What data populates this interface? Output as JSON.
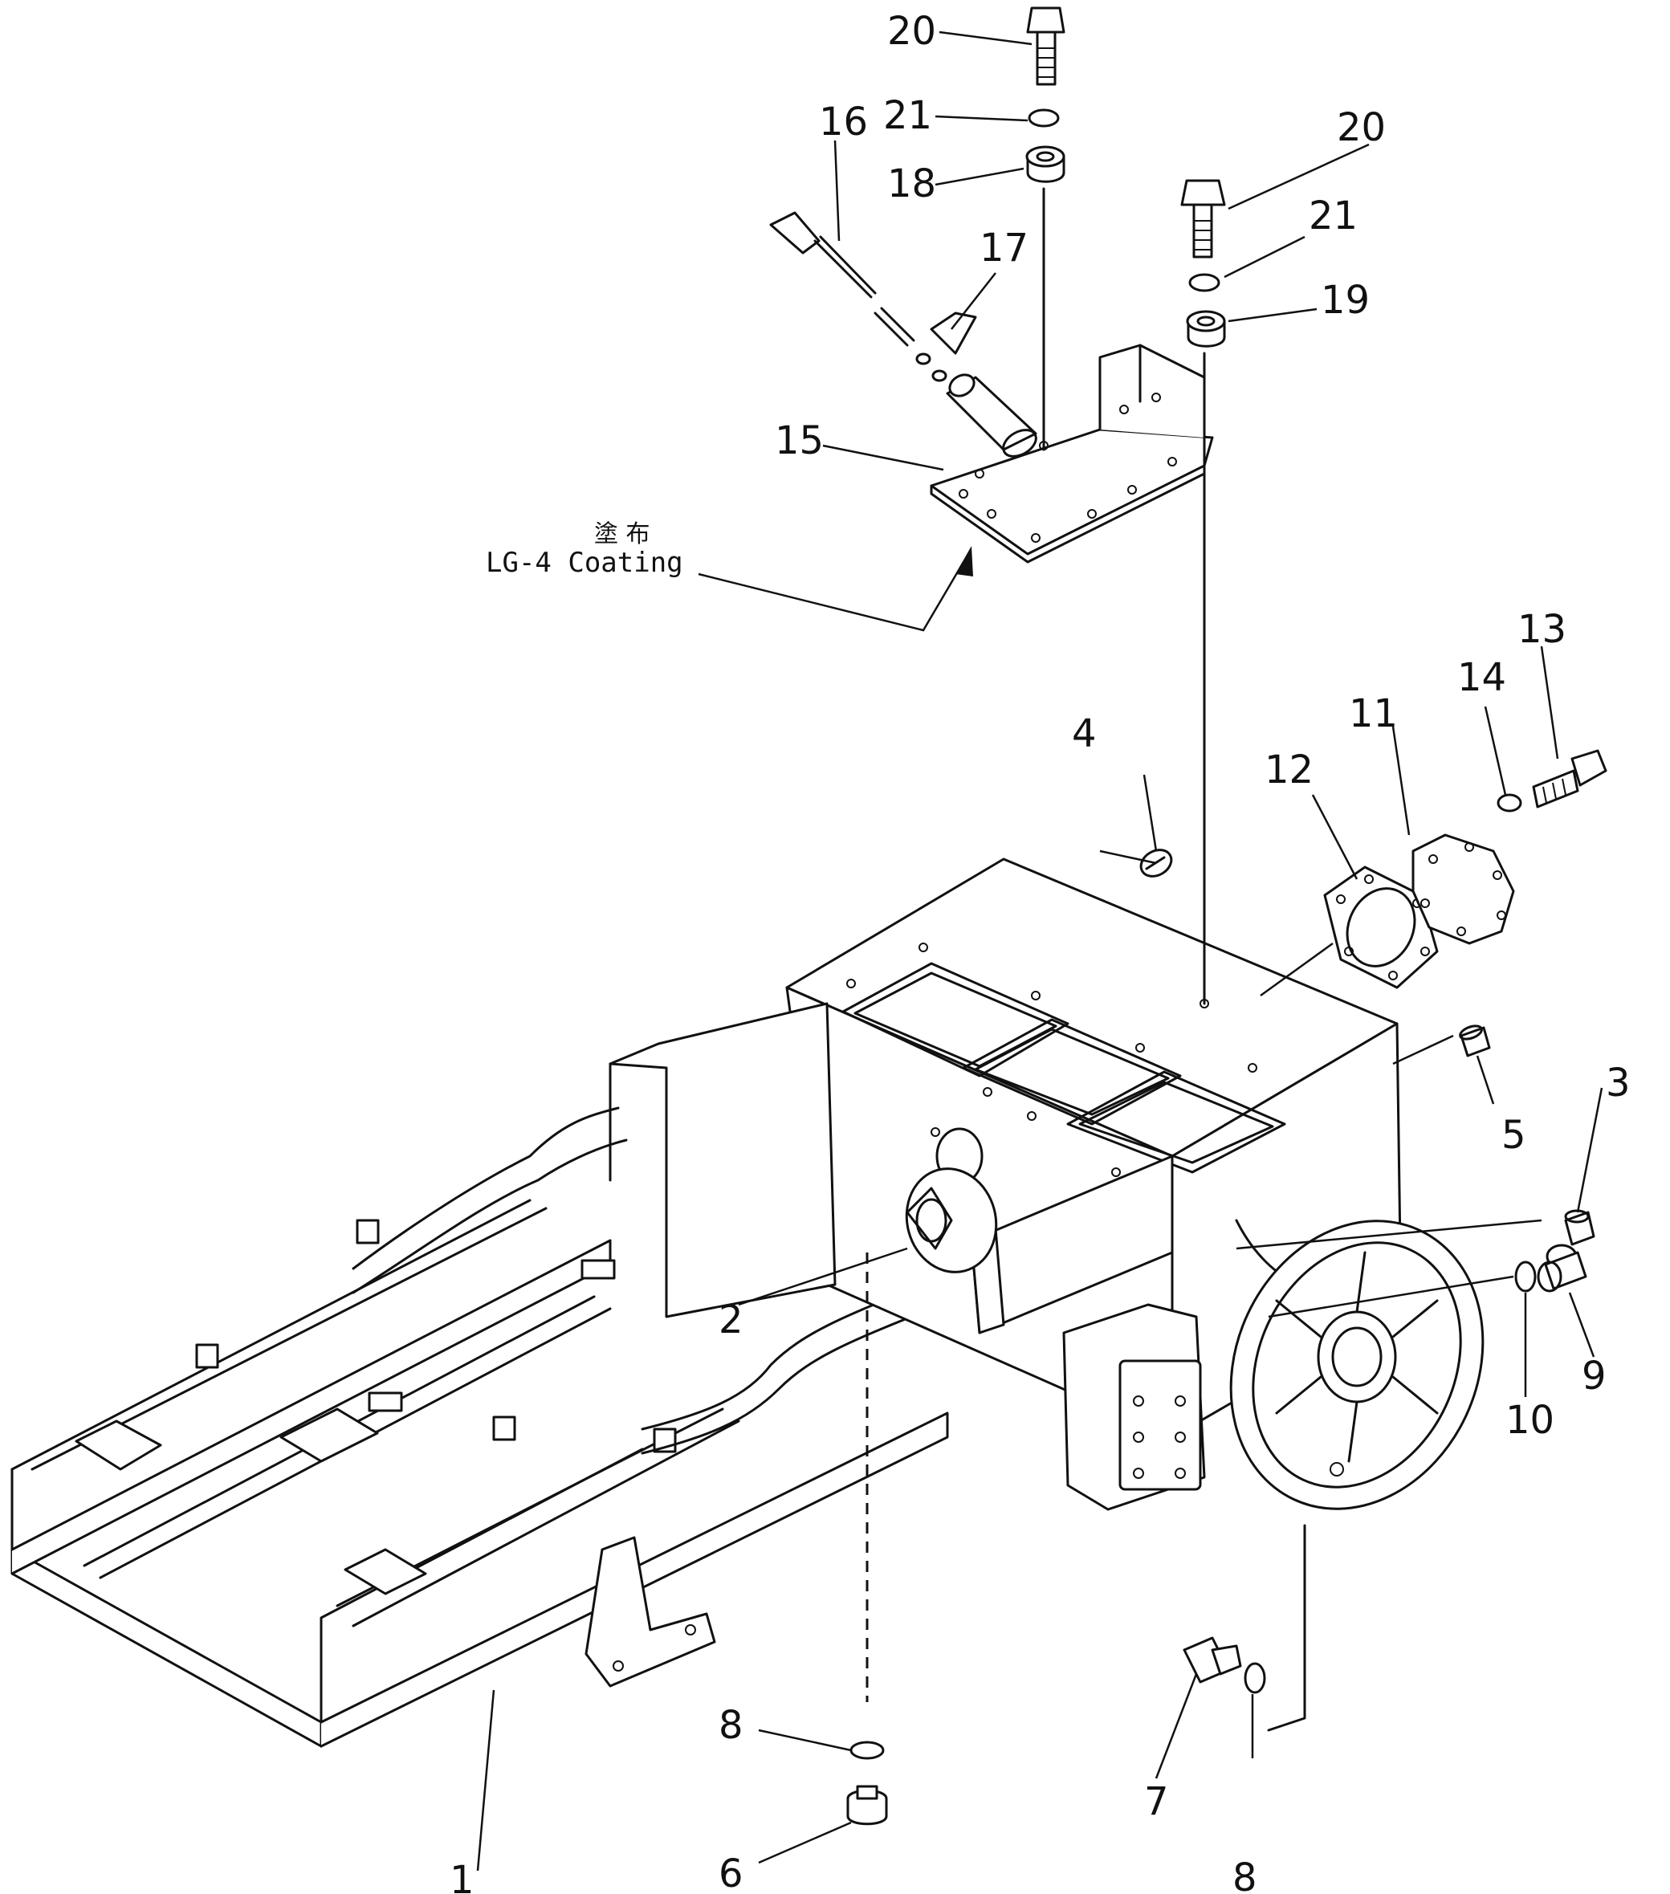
{
  "callouts": {
    "p1": "1",
    "p2": "2",
    "p3": "3",
    "p4": "4",
    "p5": "5",
    "p6": "6",
    "p7": "7",
    "p8a": "8",
    "p8b": "8",
    "p9": "9",
    "p10": "10",
    "p11": "11",
    "p12": "12",
    "p13": "13",
    "p14": "14",
    "p15": "15",
    "p16": "16",
    "p17": "17",
    "p18": "18",
    "p19": "19",
    "p20a": "20",
    "p20b": "20",
    "p21a": "21",
    "p21b": "21"
  },
  "note": {
    "cjk": "塗 布",
    "text": "LG-4  Coating"
  }
}
